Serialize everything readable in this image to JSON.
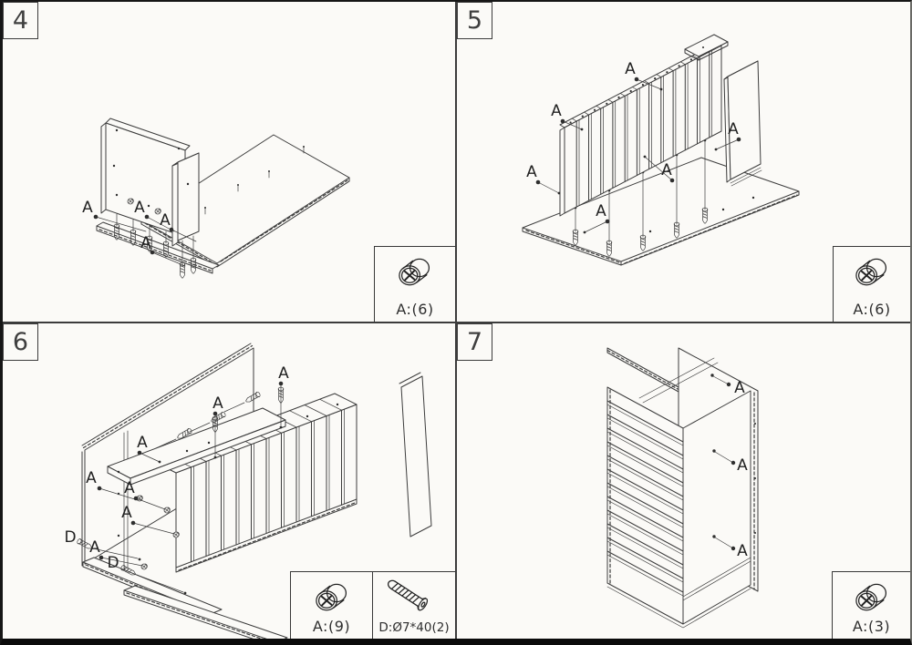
{
  "sheet": {
    "fastener_letters": {
      "cam": "A",
      "screw": "D"
    }
  },
  "panels": [
    {
      "step": "4",
      "hardware": [
        {
          "icon": "cam-lock",
          "label": "A:(6)"
        }
      ]
    },
    {
      "step": "5",
      "hardware": [
        {
          "icon": "cam-lock",
          "label": "A:(6)"
        }
      ]
    },
    {
      "step": "6",
      "hardware": [
        {
          "icon": "cam-lock",
          "label": "A:(9)"
        },
        {
          "icon": "screw",
          "label": "D:Ø7*40(2)"
        }
      ]
    },
    {
      "step": "7",
      "hardware": [
        {
          "icon": "cam-lock",
          "label": "A:(3)"
        }
      ]
    }
  ],
  "colors": {
    "line": "#3c3c3c",
    "paper": "#fbfaf7",
    "edge": "#0b0b0b"
  }
}
